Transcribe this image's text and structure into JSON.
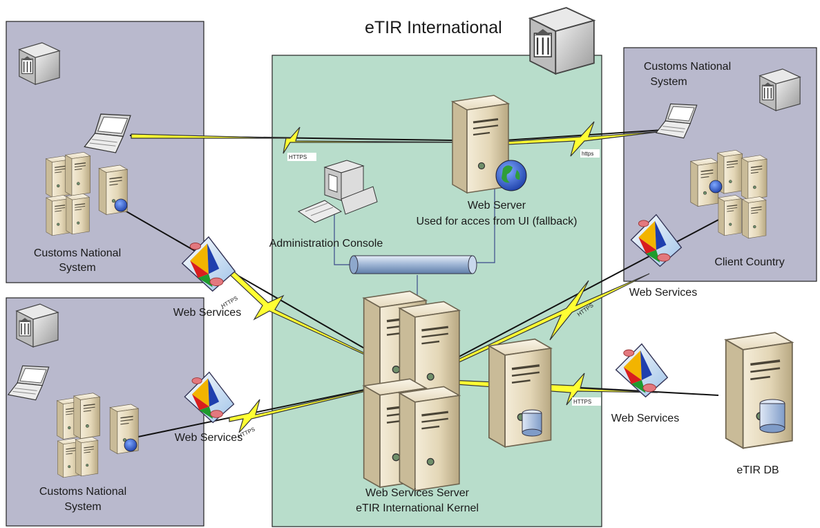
{
  "title": "eTIR International",
  "labels": {
    "customs_tl_1": "Customs National",
    "customs_tl_2": "System",
    "customs_bl_1": "Customs National",
    "customs_bl_2": "System",
    "customs_tr_1": "Customs National",
    "customs_tr_2": "System",
    "client_country": "Client Country",
    "web_server": "Web Server",
    "web_server_note": "Used for acces from UI (fallback)",
    "admin_console": "Administration Console",
    "ws_server_1": "Web Services Server",
    "ws_server_2": "eTIR International Kernel",
    "ws_left_top": "Web Services",
    "ws_left_bottom": "Web Services",
    "ws_right_top": "Web Services",
    "ws_right_bottom": "Web Services",
    "etir_db": "eTIR DB"
  },
  "protocols": {
    "https_top_left": "HTTPS",
    "https_top_right": "https",
    "https_left_top": "HTTPS",
    "https_left_bottom": "HTTPS",
    "https_right_top": "HTTPS",
    "https_right_bottom": "HTTPS"
  },
  "colors": {
    "left_panel": "#b9b9cd",
    "center_panel": "#b8ddcb",
    "lightning": "#ffff33",
    "server": "#e8dcc0"
  }
}
